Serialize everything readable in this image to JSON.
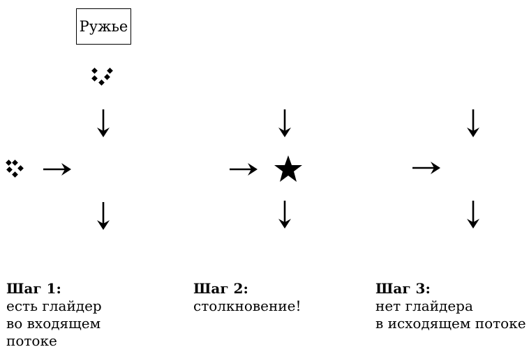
{
  "gun": {
    "label": "Ружье"
  },
  "steps": [
    {
      "title": "Шаг 1:",
      "lines": [
        "есть глайдер",
        "во входящем",
        "потоке"
      ]
    },
    {
      "title": "Шаг 2:",
      "lines": [
        "столкновение!"
      ]
    },
    {
      "title": "Шаг 3:",
      "lines": [
        "нет глайдера",
        "в исходящем потоке"
      ]
    }
  ],
  "colors": {
    "ink": "#000000",
    "background": "#ffffff"
  },
  "icons": [
    "glider-icon",
    "arrow-down-icon",
    "arrow-right-icon",
    "star-icon"
  ]
}
